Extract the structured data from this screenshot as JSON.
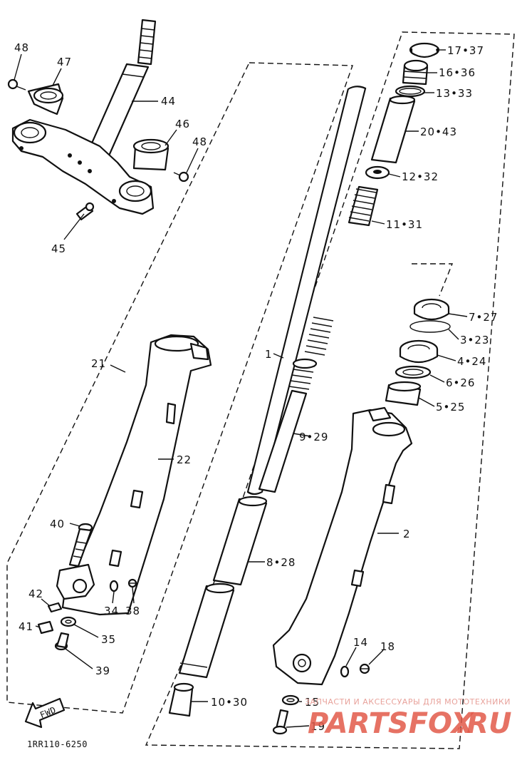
{
  "diagram": {
    "part_code": "1RR110-6250",
    "fwd_label": "FWD",
    "labels": {
      "l48a": "48",
      "l47": "47",
      "l44": "44",
      "l46": "46",
      "l48b": "48",
      "l45": "45",
      "l17": "17•37",
      "l16": "16•36",
      "l13": "13•33",
      "l20": "20•43",
      "l12": "12•32",
      "l11": "11•31",
      "l1": "1",
      "l21": "21",
      "l22": "22",
      "l7": "7•27",
      "l3": "3•23",
      "l4": "4•24",
      "l6": "6•26",
      "l5": "5•25",
      "l9": "9•29",
      "l2": "2",
      "l8": "8•28",
      "l40": "40",
      "l42": "42",
      "l34": "34",
      "l38": "38",
      "l41": "41",
      "l35": "35",
      "l39": "39",
      "l14": "14",
      "l18": "18",
      "l15": "15",
      "l19": "19",
      "l10": "10•30"
    }
  },
  "watermark": {
    "tagline": "ЗАПЧАСТИ И АКСЕССУАРЫ ДЛЯ МОТОТЕХНИКИ",
    "brand": "PARTSFOX",
    "domain": ".RU",
    "color": "#e25a4a"
  }
}
